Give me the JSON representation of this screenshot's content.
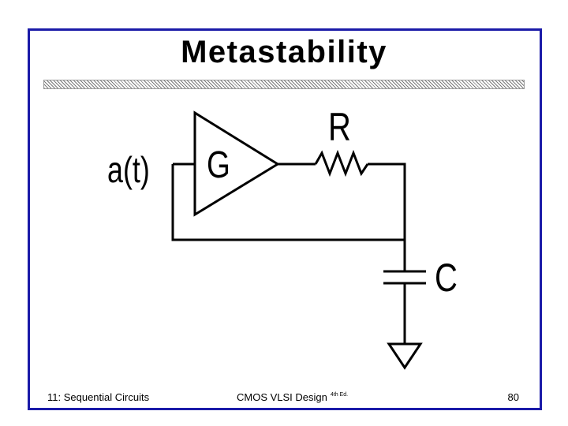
{
  "title": "Metastability",
  "diagram": {
    "input_label": "a(t)",
    "amplifier_label": "G",
    "resistor_label": "R",
    "capacitor_label": "C"
  },
  "footer": {
    "chapter": "11: Sequential Circuits",
    "book": "CMOS VLSI Design",
    "edition": "4th Ed.",
    "page_number": "80"
  },
  "colors": {
    "frame": "#1a1aa8",
    "ink": "#000000"
  }
}
